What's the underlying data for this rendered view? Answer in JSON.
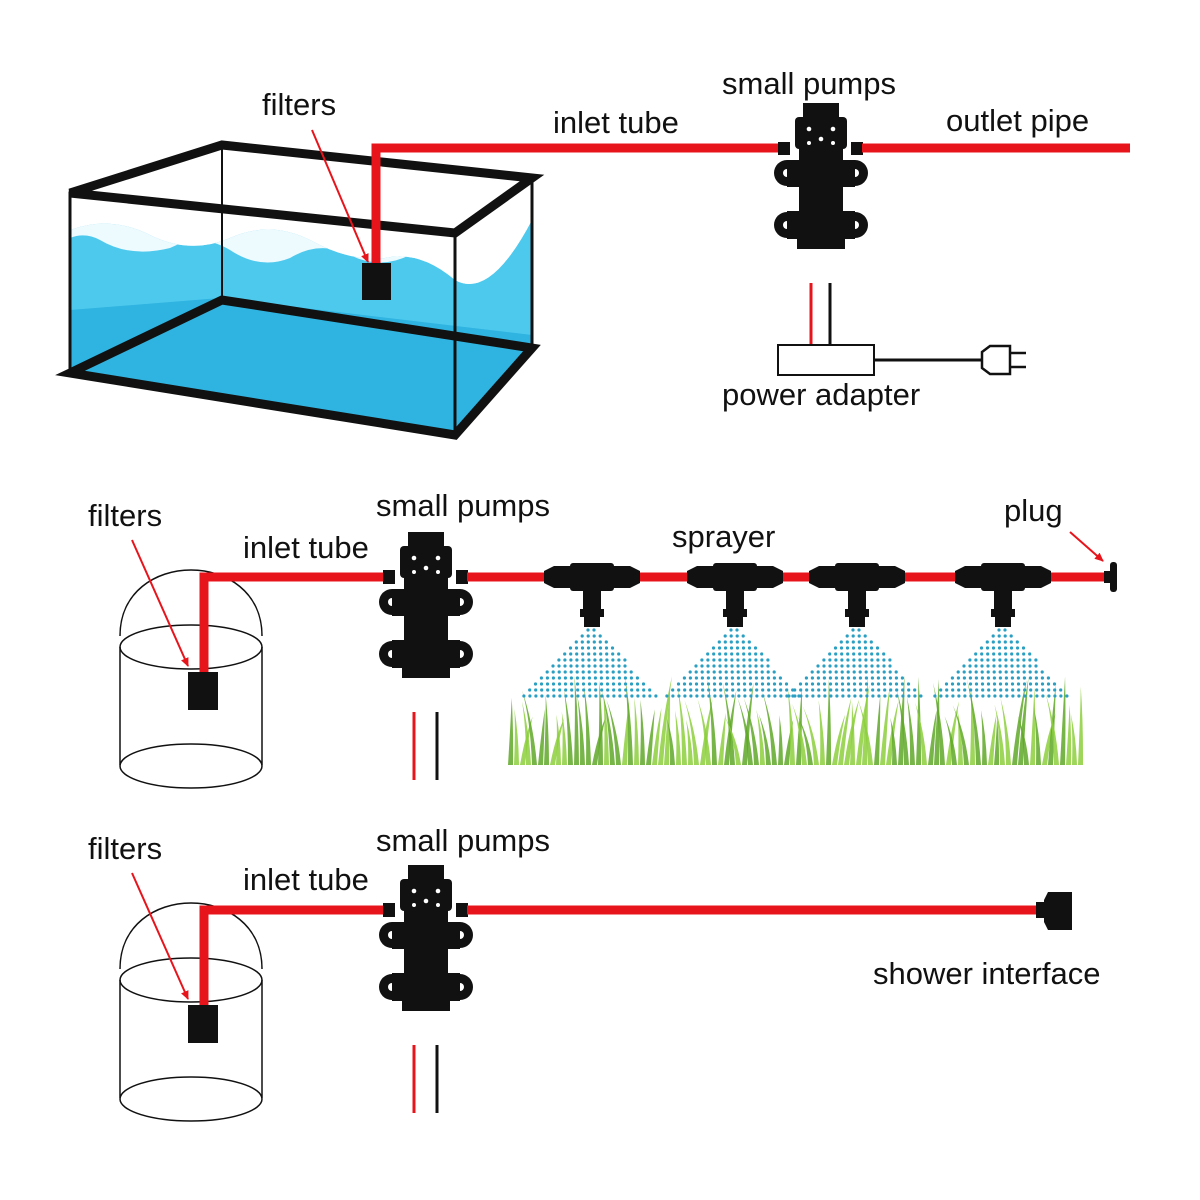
{
  "colors": {
    "pipe": "#e8141b",
    "water": "#4ec9ee",
    "water_deep": "#2fb3e0",
    "foam": "#ffffff",
    "outline": "#111111",
    "spray": "#2a9fc2",
    "grass": "#8ccf3c",
    "grass_dark": "#5fa828"
  },
  "scene_aquarium": {
    "filters_label": "filters",
    "inlet_label": "inlet tube",
    "pump_label": "small pumps",
    "outlet_label": "outlet pipe",
    "adapter_label": "power adapter"
  },
  "scene_sprayer": {
    "filters_label": "filters",
    "inlet_label": "inlet tube",
    "pump_label": "small pumps",
    "sprayer_label": "sprayer",
    "plug_label": "plug",
    "sprayer_count": 4
  },
  "scene_shower": {
    "filters_label": "filters",
    "inlet_label": "inlet tube",
    "pump_label": "small pumps",
    "shower_label": "shower interface"
  }
}
